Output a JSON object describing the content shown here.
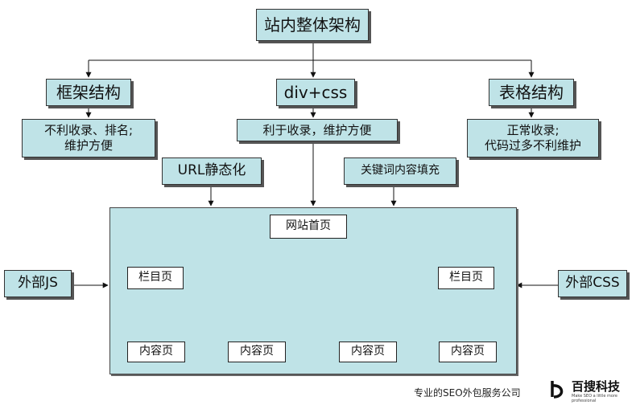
{
  "title": "站内整体架构",
  "approaches": [
    {
      "name": "框架结构",
      "note_line1": "不利收录、排名;",
      "note_line2": "维护方便"
    },
    {
      "name": "div+css",
      "note_line1": "利于收录，维护方便",
      "note_line2": ""
    },
    {
      "name": "表格结构",
      "note_line1": "正常收录;",
      "note_line2": "代码过多不利维护"
    }
  ],
  "factors": {
    "url_static": "URL静态化",
    "keyword_fill": "关键词内容填充",
    "external_js": "外部JS",
    "external_css": "外部CSS"
  },
  "site": {
    "home": "网站首页",
    "column_left": "栏目页",
    "column_right": "栏目页",
    "content": [
      "内容页",
      "内容页",
      "内容页",
      "内容页"
    ]
  },
  "footer": {
    "caption": "专业的SEO外包服务公司",
    "logo_name": "百搜科技",
    "logo_tagline": "Make SEO a little more professional"
  },
  "colors": {
    "box_fill": "#bfe3e7",
    "line": "#111111"
  }
}
